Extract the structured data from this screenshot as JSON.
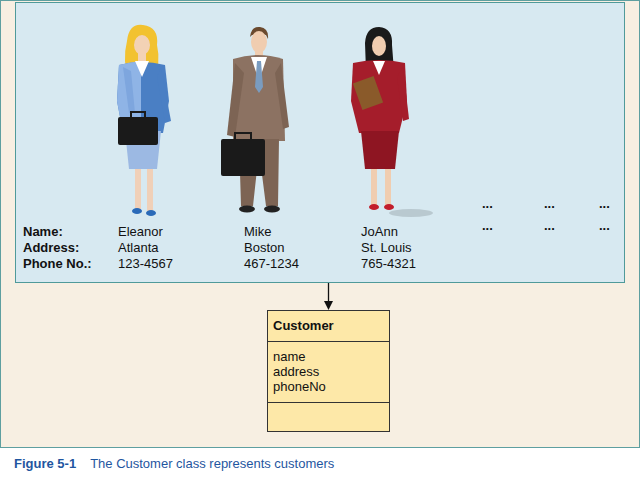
{
  "diagram": {
    "caption": "The Customer class represents customers",
    "nodes": [
      {
        "text": [
          "Name:",
          "Address:",
          "Phone No.:",
          "Eleanor",
          "Atlanta",
          "123-4567",
          "Mike",
          "Boston",
          "467-1234",
          "JoAnn",
          "St. Louis",
          "765-4321",
          "...",
          "...",
          "...",
          "...",
          "...",
          "..."
        ]
      },
      {
        "text": [
          "Customer",
          "name",
          "address",
          "phoneNo"
        ]
      }
    ],
    "edges": [
      {
        "from": 0,
        "to": 1,
        "arrow": "to"
      }
    ],
    "labels": [
      "Figure 5-1"
    ]
  }
}
